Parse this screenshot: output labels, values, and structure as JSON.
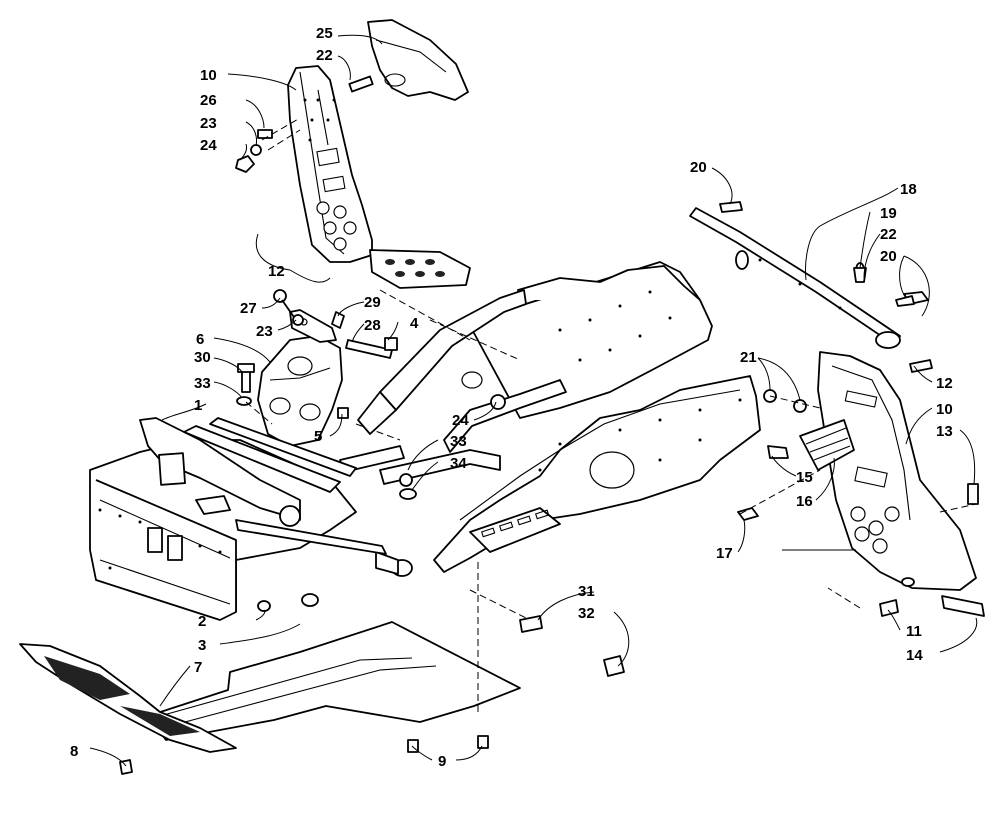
{
  "diagram": {
    "callouts": [
      {
        "key": "c25",
        "text": "25"
      },
      {
        "key": "c22a",
        "text": "22"
      },
      {
        "key": "c10a",
        "text": "10"
      },
      {
        "key": "c26",
        "text": "26"
      },
      {
        "key": "c23a",
        "text": "23"
      },
      {
        "key": "c24a",
        "text": "24"
      },
      {
        "key": "c12a",
        "text": "12"
      },
      {
        "key": "c27",
        "text": "27"
      },
      {
        "key": "c29",
        "text": "29"
      },
      {
        "key": "c23b",
        "text": "23"
      },
      {
        "key": "c28",
        "text": "28"
      },
      {
        "key": "c4",
        "text": "4"
      },
      {
        "key": "c6",
        "text": "6"
      },
      {
        "key": "c30",
        "text": "30"
      },
      {
        "key": "c33a",
        "text": "33"
      },
      {
        "key": "c1",
        "text": "1"
      },
      {
        "key": "c5",
        "text": "5"
      },
      {
        "key": "c24b",
        "text": "24"
      },
      {
        "key": "c33b",
        "text": "33"
      },
      {
        "key": "c34",
        "text": "34"
      },
      {
        "key": "c20a",
        "text": "20"
      },
      {
        "key": "c18",
        "text": "18"
      },
      {
        "key": "c19",
        "text": "19"
      },
      {
        "key": "c22b",
        "text": "22"
      },
      {
        "key": "c20b",
        "text": "20"
      },
      {
        "key": "c21",
        "text": "21"
      },
      {
        "key": "c12b",
        "text": "12"
      },
      {
        "key": "c10b",
        "text": "10"
      },
      {
        "key": "c13",
        "text": "13"
      },
      {
        "key": "c15",
        "text": "15"
      },
      {
        "key": "c16",
        "text": "16"
      },
      {
        "key": "c17",
        "text": "17"
      },
      {
        "key": "c2",
        "text": "2"
      },
      {
        "key": "c3",
        "text": "3"
      },
      {
        "key": "c31",
        "text": "31"
      },
      {
        "key": "c32",
        "text": "32"
      },
      {
        "key": "c7",
        "text": "7"
      },
      {
        "key": "c11",
        "text": "11"
      },
      {
        "key": "c14",
        "text": "14"
      },
      {
        "key": "c8",
        "text": "8"
      },
      {
        "key": "c9",
        "text": "9"
      }
    ]
  }
}
